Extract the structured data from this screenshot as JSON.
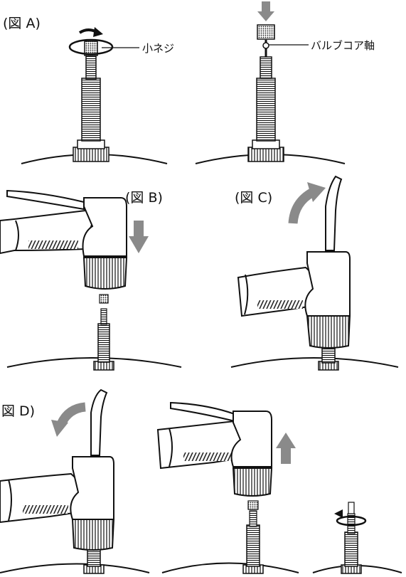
{
  "figure_a": {
    "label": "(図 A)",
    "callout_screw": "小ネジ",
    "callout_core": "バルブコア軸"
  },
  "figure_b": {
    "label": "(図 B)"
  },
  "figure_c": {
    "label": "(図 C)"
  },
  "figure_d": {
    "label": "図 D)"
  },
  "colors": {
    "ink": "#111111",
    "arrow_gray": "#8a8a8a",
    "pump_fill": "#ffffff"
  }
}
